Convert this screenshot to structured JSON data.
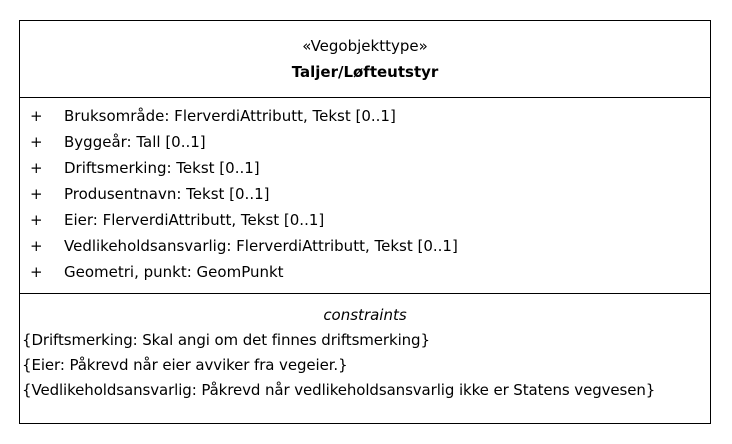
{
  "class": {
    "stereotype": "«Vegobjekttype»",
    "name": "Taljer/Løfteutstyr",
    "attributes": [
      {
        "visibility": "+",
        "text": "Bruksområde: FlerverdiAttributt, Tekst [0..1]"
      },
      {
        "visibility": "+",
        "text": "Byggeår: Tall [0..1]"
      },
      {
        "visibility": "+",
        "text": "Driftsmerking: Tekst [0..1]"
      },
      {
        "visibility": "+",
        "text": "Produsentnavn: Tekst [0..1]"
      },
      {
        "visibility": "+",
        "text": "Eier: FlerverdiAttributt, Tekst [0..1]"
      },
      {
        "visibility": "+",
        "text": "Vedlikeholdsansvarlig: FlerverdiAttributt, Tekst [0..1]"
      },
      {
        "visibility": "+",
        "text": "Geometri, punkt: GeomPunkt"
      }
    ],
    "constraints_title": "constraints",
    "constraints": [
      "{Driftsmerking: Skal angi om det finnes driftsmerking}",
      "{Eier: Påkrevd når eier avviker fra vegeier.}",
      "{Vedlikeholdsansvarlig: Påkrevd når vedlikeholdsansvarlig ikke er Statens vegvesen}"
    ]
  }
}
